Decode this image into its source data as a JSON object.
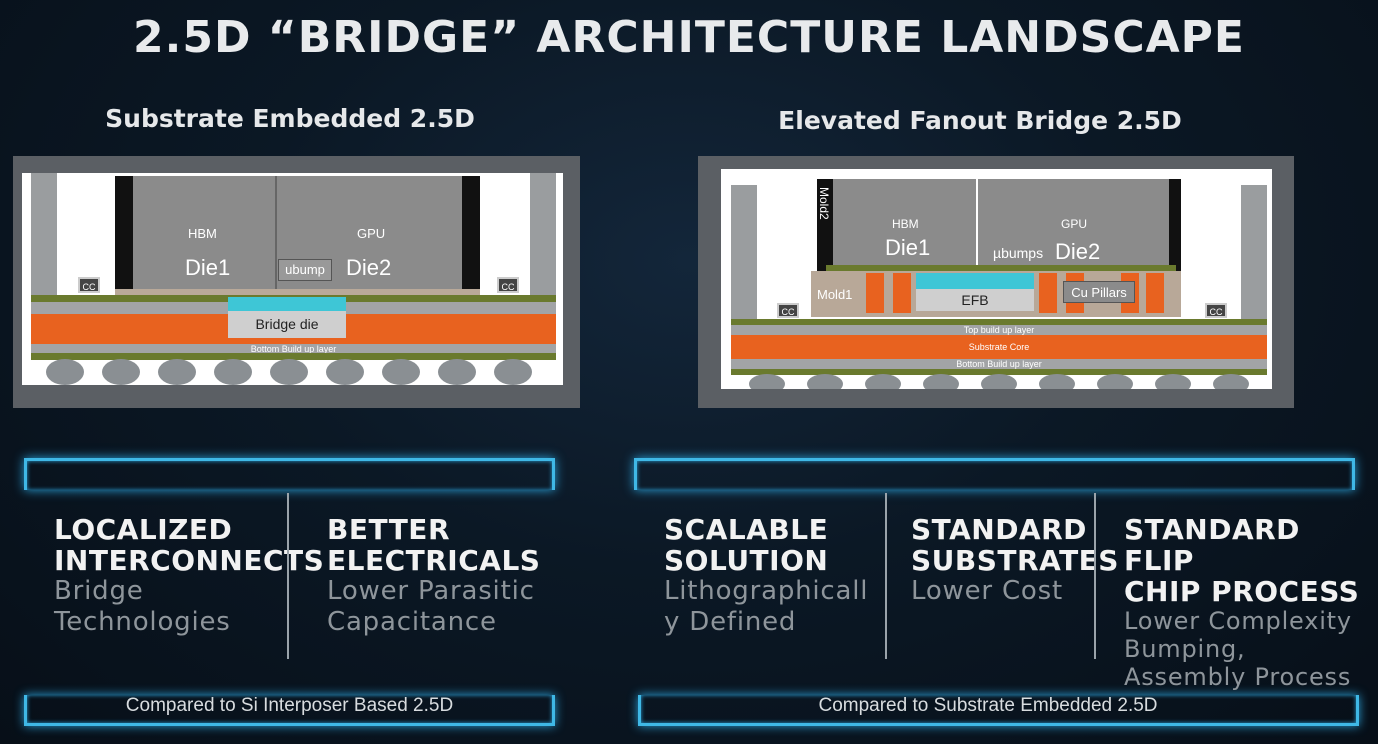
{
  "title": "2.5D “BRIDGE” ARCHITECTURE LANDSCAPE",
  "left": {
    "subtitle": "Substrate Embedded 2.5D",
    "diagram": {
      "hbm": "HBM",
      "gpu": "GPU",
      "die1": "Die1",
      "die2": "Die2",
      "ubump": "ubump",
      "cc": "CC",
      "bridge": "Bridge die",
      "bottom": "Bottom Build up layer"
    },
    "features": [
      {
        "head": [
          "LOCALIZED",
          "INTERCONNECTS"
        ],
        "desc": [
          "Bridge",
          "Technologies"
        ]
      },
      {
        "head": [
          "BETTER",
          "ELECTRICALS"
        ],
        "desc": [
          "Lower Parasitic",
          "Capacitance"
        ]
      }
    ],
    "compare": "Compared to Si Interposer Based 2.5D"
  },
  "right": {
    "subtitle": "Elevated Fanout Bridge 2.5D",
    "diagram": {
      "mold2": "Mold2",
      "hbm": "HBM",
      "gpu": "GPU",
      "die1": "Die1",
      "die2": "Die2",
      "ubumps": "µbumps",
      "mold1": "Mold1",
      "efb": "EFB",
      "cu": "Cu Pillars",
      "cc": "CC",
      "top": "Top build up layer",
      "core": "Substrate Core",
      "bottom": "Bottom Build up layer"
    },
    "features": [
      {
        "head": [
          "SCALABLE",
          "SOLUTION"
        ],
        "desc": [
          "Lithographicall",
          "y Defined"
        ]
      },
      {
        "head": [
          "STANDARD",
          "SUBSTRATES"
        ],
        "desc": [
          "Lower Cost"
        ]
      },
      {
        "head": [
          "STANDARD FLIP",
          "CHIP PROCESS"
        ],
        "desc": [
          "Lower Complexity",
          "Bumping,",
          "Assembly Process"
        ]
      }
    ],
    "compare": "Compared to Substrate Embedded 2.5D"
  },
  "colors": {
    "accent": "#3fb8e6",
    "substrate": "#e8621f",
    "buildup": "#6a7a2e",
    "die": "#8a8a8a",
    "bridge": "#3ec6d6"
  }
}
